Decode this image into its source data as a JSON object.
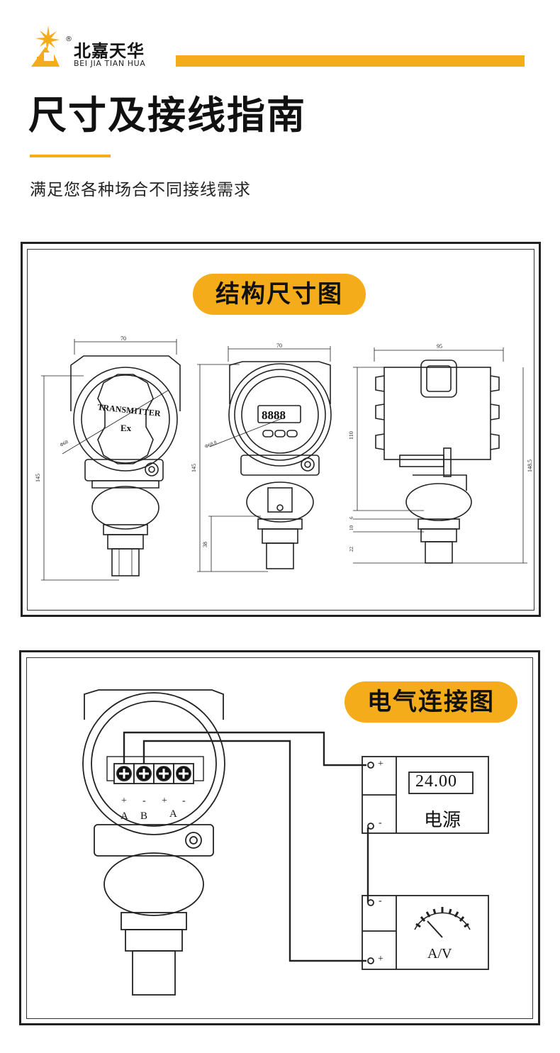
{
  "header": {
    "logo_cn": "北嘉天华",
    "logo_en": "BEI JIA TIAN HUA",
    "logo_reg": "®",
    "accent_color": "#f5ac1b"
  },
  "page": {
    "title": "尺寸及接线指南",
    "subtitle": "满足您各种场合不同接线需求"
  },
  "dimension_section": {
    "label": "结构尺寸图",
    "left_view": {
      "width_dim": "70",
      "height_dim": "145",
      "dia_dim": "Φ68",
      "face_text_1": "TRANSMITTER",
      "face_text_2": "Ex"
    },
    "middle_view": {
      "width_dim": "70",
      "height_dim": "145",
      "dia_dim": "Φ68.8",
      "display": "8888",
      "bottom_dim": "38"
    },
    "right_view": {
      "width_dim": "95",
      "dim_110": "110",
      "dim_1485": "148.5",
      "dim_6": "6",
      "dim_10": "10",
      "dim_22": "22"
    }
  },
  "wiring_section": {
    "label": "电气连接图",
    "terminal_labels": [
      "A",
      "B",
      "A"
    ],
    "terminal_signs": [
      "+",
      "-",
      "+",
      "-"
    ],
    "power_supply": {
      "display": "24.00",
      "label": "电源",
      "plus": "+",
      "minus": "-"
    },
    "meter": {
      "label": "A/V",
      "plus": "+",
      "minus": "-"
    }
  }
}
